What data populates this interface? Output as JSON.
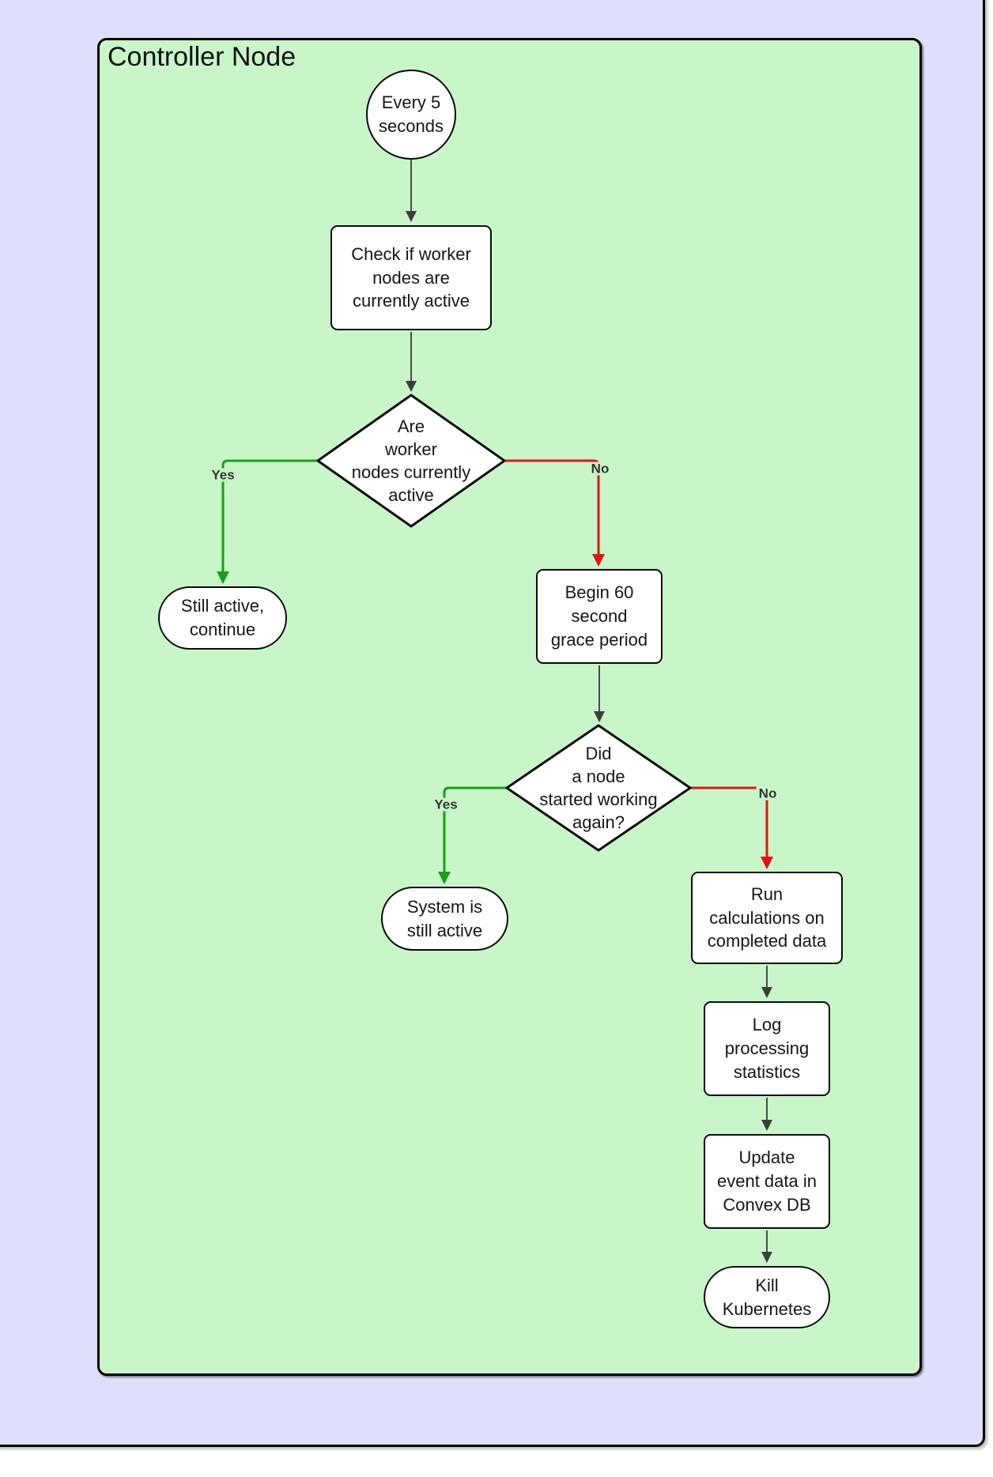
{
  "container": {
    "title": "Controller Node"
  },
  "nodes": {
    "start": {
      "label": "Every 5\nseconds",
      "shape": "circle"
    },
    "check": {
      "label": "Check if worker\nnodes are\ncurrently active",
      "shape": "rect"
    },
    "active_q": {
      "label": "Are\nworker\nnodes currently\nactive",
      "shape": "diamond"
    },
    "still_active": {
      "label": "Still active,\ncontinue",
      "shape": "stadium"
    },
    "grace": {
      "label": "Begin 60\nsecond\ngrace period",
      "shape": "rect"
    },
    "node_working_q": {
      "label": "Did\na node\nstarted working\nagain?",
      "shape": "diamond"
    },
    "system_active": {
      "label": "System is\nstill active",
      "shape": "stadium"
    },
    "run_calc": {
      "label": "Run\ncalculations on\ncompleted data",
      "shape": "rect"
    },
    "log_stats": {
      "label": "Log\nprocessing\nstatistics",
      "shape": "rect"
    },
    "update_db": {
      "label": "Update\nevent data in\nConvex DB",
      "shape": "rect"
    },
    "kill": {
      "label": "Kill\nKubernetes",
      "shape": "stadium"
    }
  },
  "edge_labels": {
    "yes1": "Yes",
    "no1": "No",
    "yes2": "Yes",
    "no2": "No"
  },
  "colors": {
    "page_background": "#ffffff",
    "outer_fill": "#dee0fb",
    "container_fill": "#c8f6c8",
    "node_fill": "#ffffff",
    "node_border": "#000000",
    "flow_edge": "#4b4b4b",
    "yes_edge": "#17a017",
    "no_edge": "#e51212",
    "edge_label_text": "#333333"
  }
}
